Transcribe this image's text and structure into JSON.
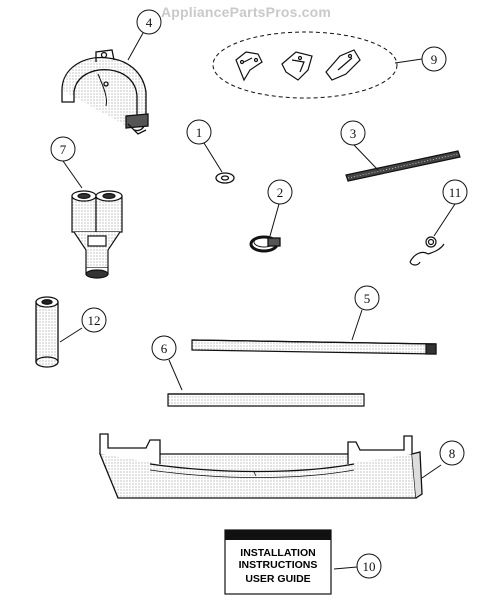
{
  "watermark": "AppliancePartsPros.com",
  "callouts": [
    {
      "id": "c4",
      "label": "4"
    },
    {
      "id": "c9",
      "label": "9"
    },
    {
      "id": "c1",
      "label": "1"
    },
    {
      "id": "c3",
      "label": "3"
    },
    {
      "id": "c7",
      "label": "7"
    },
    {
      "id": "c2",
      "label": "2"
    },
    {
      "id": "c11",
      "label": "11"
    },
    {
      "id": "c12",
      "label": "12"
    },
    {
      "id": "c5",
      "label": "5"
    },
    {
      "id": "c6",
      "label": "6"
    },
    {
      "id": "c8",
      "label": "8"
    },
    {
      "id": "c10",
      "label": "10"
    }
  ],
  "manual": {
    "line1": "INSTALLATION",
    "line2": "INSTRUCTIONS",
    "line3": "USER GUIDE"
  }
}
